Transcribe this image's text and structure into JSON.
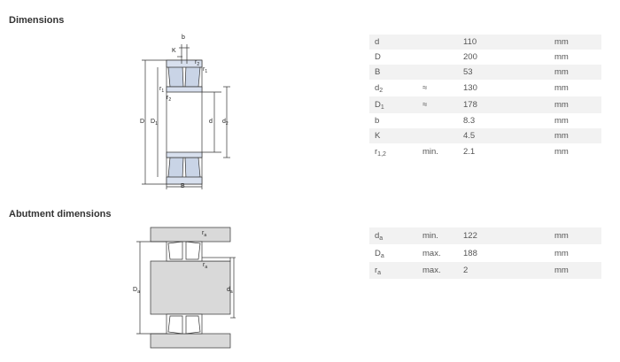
{
  "sections": {
    "dimensions_title": "Dimensions",
    "abutment_title": "Abutment dimensions"
  },
  "dimensions": [
    {
      "sym": "d",
      "sub": "",
      "qual": "",
      "value": "110",
      "unit": "mm"
    },
    {
      "sym": "D",
      "sub": "",
      "qual": "",
      "value": "200",
      "unit": "mm"
    },
    {
      "sym": "B",
      "sub": "",
      "qual": "",
      "value": "53",
      "unit": "mm"
    },
    {
      "sym": "d",
      "sub": "2",
      "qual": "≈",
      "value": "130",
      "unit": "mm"
    },
    {
      "sym": "D",
      "sub": "1",
      "qual": "≈",
      "value": "178",
      "unit": "mm"
    },
    {
      "sym": "b",
      "sub": "",
      "qual": "",
      "value": "8.3",
      "unit": "mm"
    },
    {
      "sym": "K",
      "sub": "",
      "qual": "",
      "value": "4.5",
      "unit": "mm"
    },
    {
      "sym": "r",
      "sub": "1,2",
      "qual": "min.",
      "value": "2.1",
      "unit": "mm"
    }
  ],
  "abutment": [
    {
      "sym": "d",
      "sub": "a",
      "qual": "min.",
      "value": "122",
      "unit": "mm"
    },
    {
      "sym": "D",
      "sub": "a",
      "qual": "max.",
      "value": "188",
      "unit": "mm"
    },
    {
      "sym": "r",
      "sub": "a",
      "qual": "max.",
      "value": "2",
      "unit": "mm"
    }
  ],
  "diagram1_labels": {
    "b": "b",
    "K": "K",
    "r2_top": "r",
    "r2_top_sub": "2",
    "r1_top": "r",
    "r1_top_sub": "1",
    "r1_left": "r",
    "r1_left_sub": "1",
    "r2_left": "r",
    "r2_left_sub": "2",
    "D": "D",
    "D1": "D",
    "D1_sub": "1",
    "d": "d",
    "d2": "d",
    "d2_sub": "2",
    "B": "B"
  },
  "diagram2_labels": {
    "ra_top": "r",
    "ra_top_sub": "a",
    "ra_mid": "r",
    "ra_mid_sub": "a",
    "Da": "D",
    "Da_sub": "a",
    "da": "d",
    "da_sub": "a"
  }
}
